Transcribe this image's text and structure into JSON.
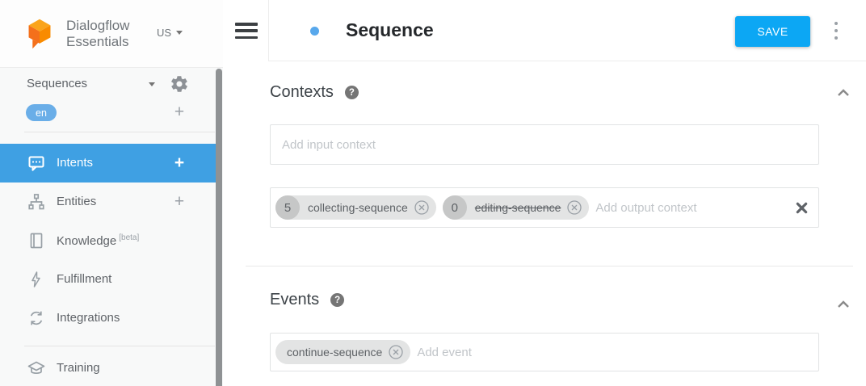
{
  "brand": {
    "line1": "Dialogflow",
    "line2": "Essentials",
    "region": "US"
  },
  "sidebar": {
    "agent_name": "Sequences",
    "language": "en",
    "plus_glyph": "+",
    "items": [
      {
        "label": "Intents"
      },
      {
        "label": "Entities"
      },
      {
        "label": "Knowledge",
        "badge": "[beta]"
      },
      {
        "label": "Fulfillment"
      },
      {
        "label": "Integrations"
      },
      {
        "label": "Training"
      }
    ]
  },
  "header": {
    "title": "Sequence",
    "save_label": "SAVE"
  },
  "icons": {
    "help_glyph": "?"
  },
  "contexts": {
    "heading": "Contexts",
    "input_placeholder": "Add input context",
    "output_placeholder": "Add output context",
    "output_chips": [
      {
        "count": "5",
        "label": "collecting-sequence"
      },
      {
        "count": "0",
        "label": "editing-sequence"
      }
    ]
  },
  "events": {
    "heading": "Events",
    "chips": [
      {
        "label": "continue-sequence"
      }
    ],
    "placeholder": "Add event"
  },
  "colors": {
    "accent_blue": "#3fa0e3",
    "save_blue": "#0ca7f4",
    "brand_orange": "#f57c00"
  }
}
